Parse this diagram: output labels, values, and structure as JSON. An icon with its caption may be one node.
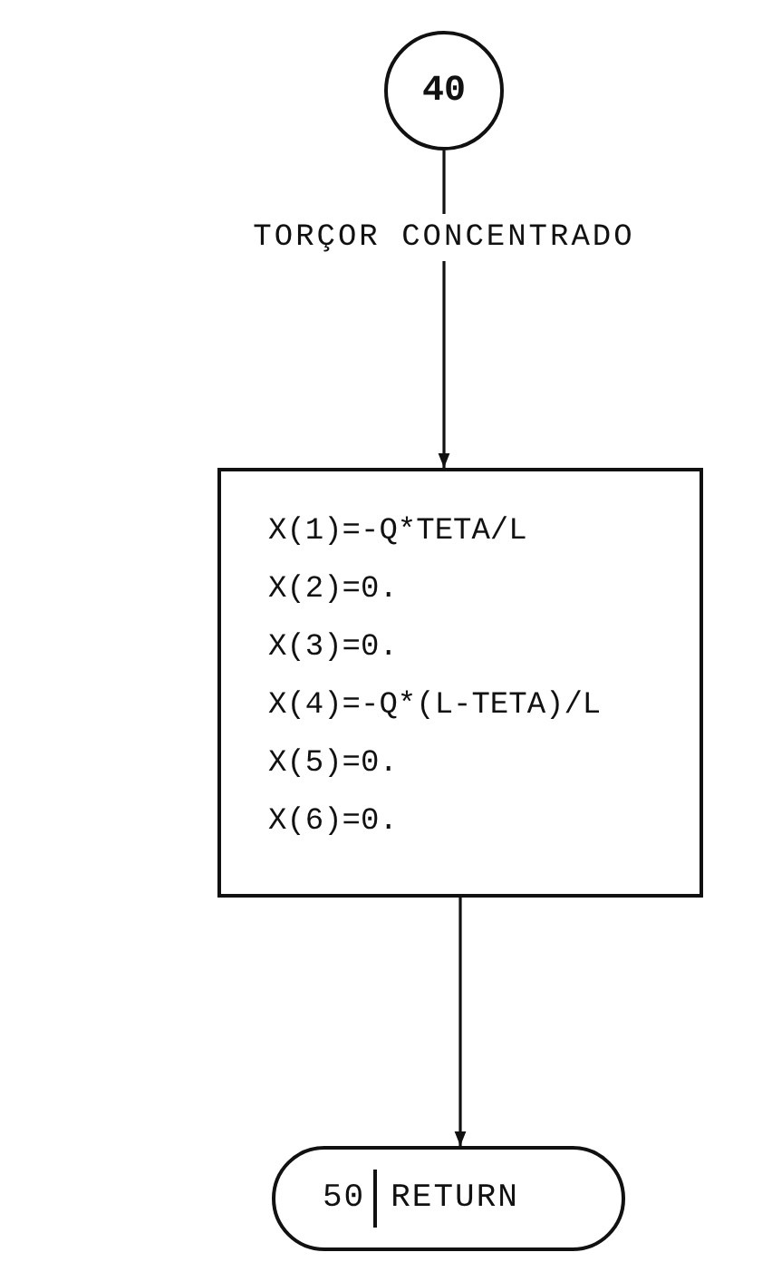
{
  "diagram": {
    "nodes": [
      {
        "text": [
          "40"
        ]
      },
      {
        "text": [
          "TORÇOR CONCENTRADO"
        ]
      },
      {
        "text": [
          "X(1)=-Q*TETA/L",
          "X(2)=0.",
          "X(3)=0.",
          "X(4)=-Q*(L-TETA)/L",
          "X(5)=0.",
          "X(6)=0."
        ]
      },
      {
        "text": [
          "50",
          "RETURN"
        ]
      }
    ],
    "edges": [
      {
        "from": 0,
        "to": 1,
        "arrow": "none"
      },
      {
        "from": 1,
        "to": 2,
        "arrow": "to"
      },
      {
        "from": 2,
        "to": 3,
        "arrow": "to"
      }
    ]
  }
}
